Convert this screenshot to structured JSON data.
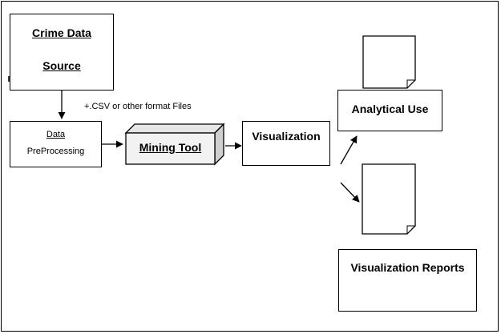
{
  "source": {
    "line1": "Crime Data",
    "line2": "Source"
  },
  "file_note": "+.CSV or other format Files",
  "preprocessing": {
    "line1": "Data",
    "line2": "PreProcessing"
  },
  "mining_tool": "Mining Tool",
  "visualization": "Visualization",
  "analytical_use": "Analytical Use",
  "visualization_reports": "Visualization Reports"
}
